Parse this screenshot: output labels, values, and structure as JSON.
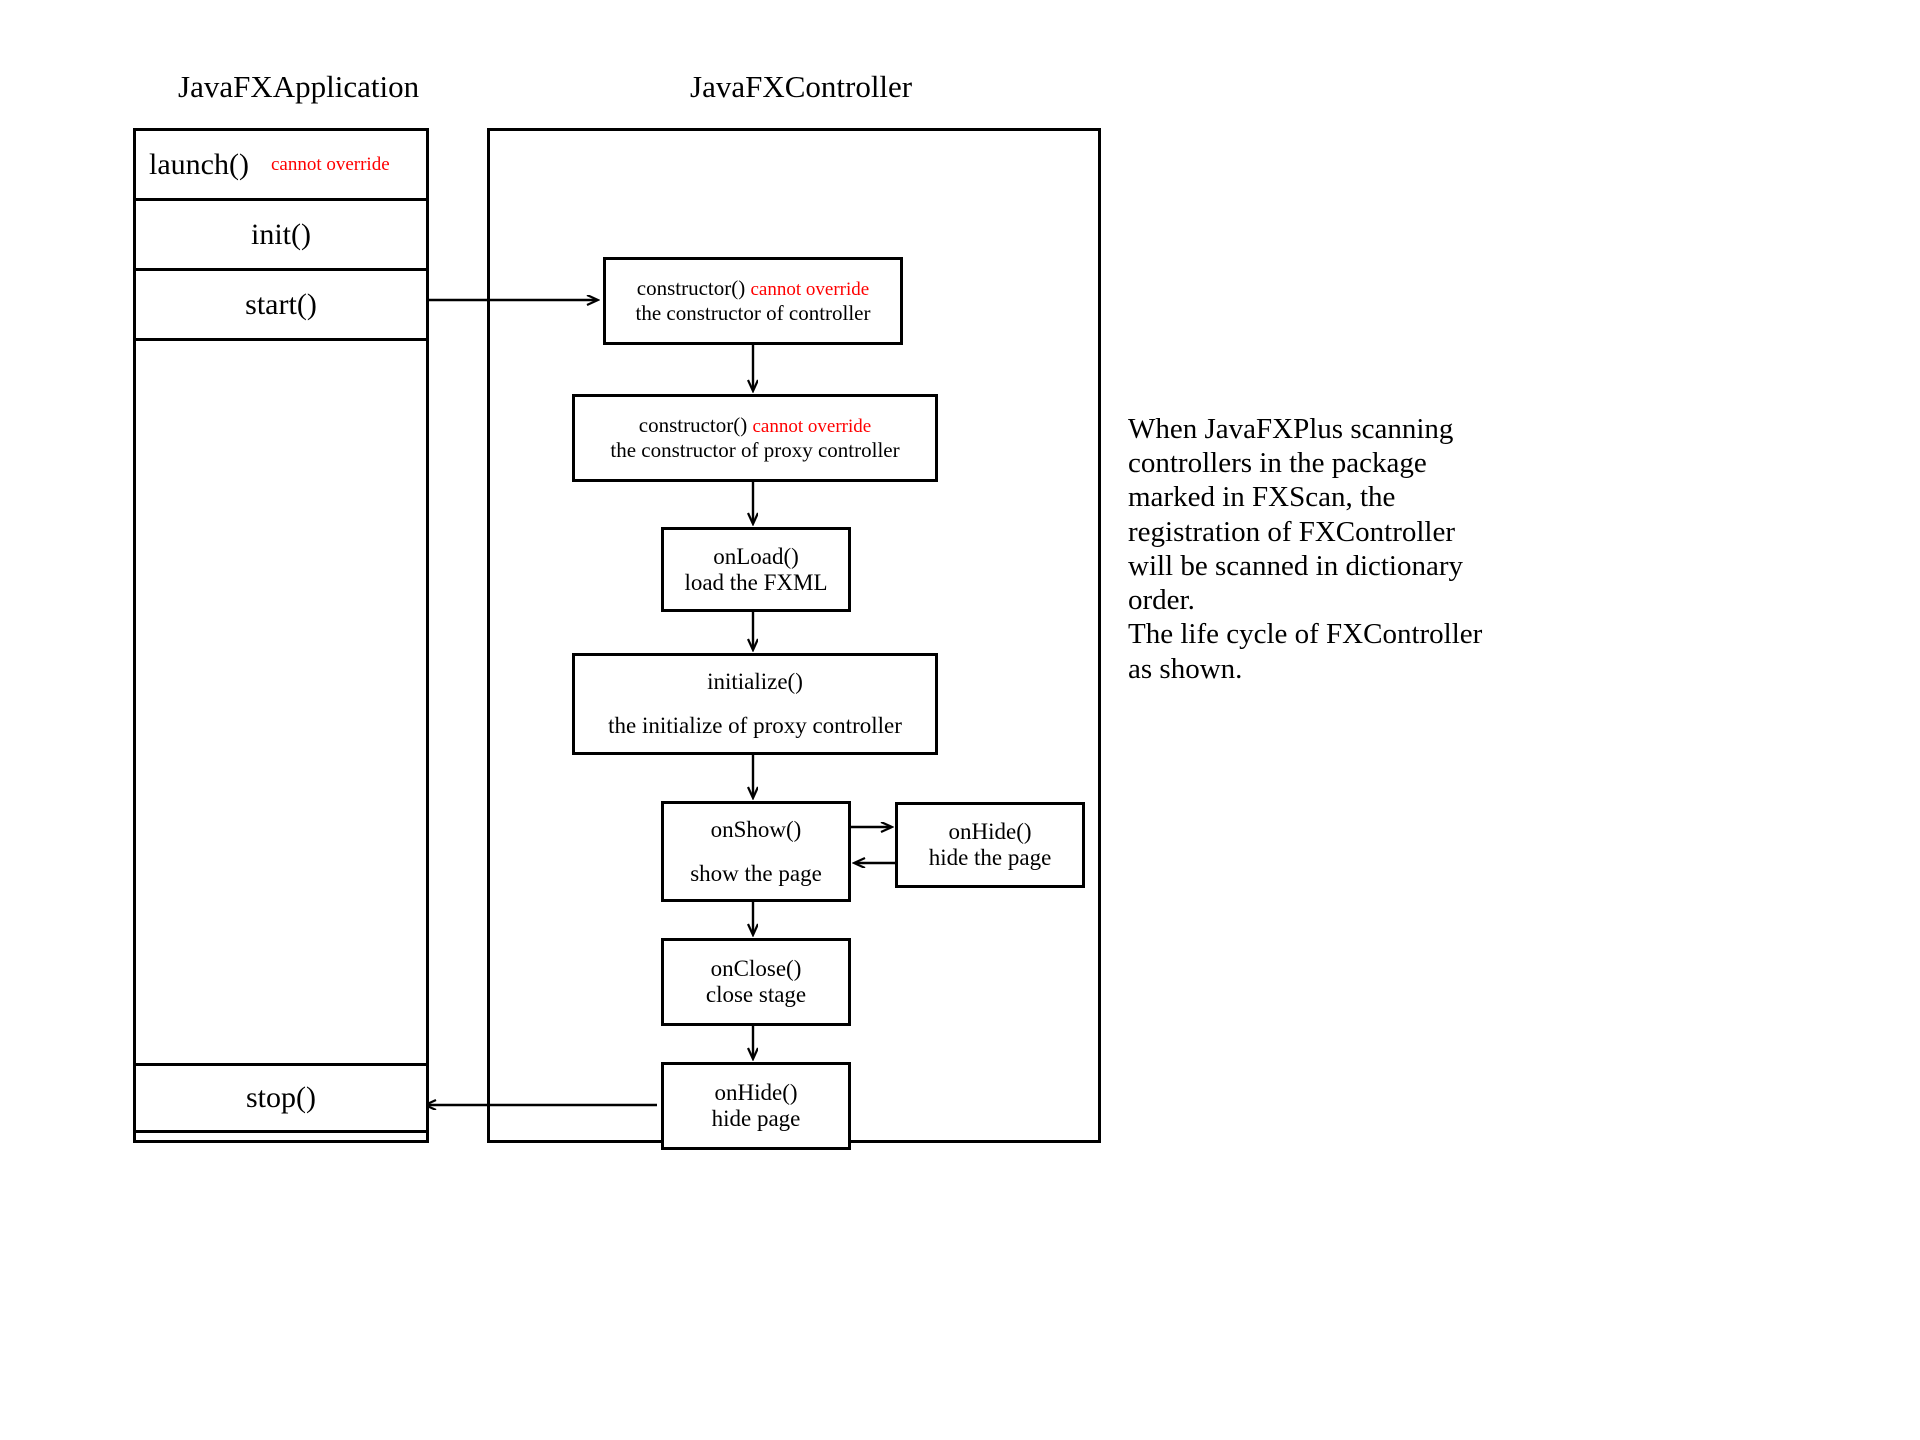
{
  "diagram": {
    "titles": {
      "application": "JavaFXApplication",
      "controller": "JavaFXController"
    },
    "application_methods": [
      {
        "name": "launch()",
        "note": "cannot override"
      },
      {
        "name": "init()",
        "note": ""
      },
      {
        "name": "start()",
        "note": ""
      },
      {
        "name": "stop()",
        "note": ""
      }
    ],
    "controller_nodes": [
      {
        "id": "constructor-controller",
        "line1": "constructor()",
        "note": "cannot override",
        "line2": "the constructor of controller"
      },
      {
        "id": "constructor-proxy-controller",
        "line1": "constructor()",
        "note": "cannot override",
        "line2": "the constructor of proxy controller"
      },
      {
        "id": "on-load",
        "line1": "onLoad()",
        "note": "",
        "line2": "load the FXML"
      },
      {
        "id": "initialize",
        "line1": "initialize()",
        "note": "",
        "line2": "the initialize of proxy controller"
      },
      {
        "id": "on-show",
        "line1": "onShow()",
        "note": "",
        "line2": "show the page"
      },
      {
        "id": "on-hide-right",
        "line1": "onHide()",
        "note": "",
        "line2": "hide the page"
      },
      {
        "id": "on-close",
        "line1": "onClose()",
        "note": "",
        "line2": "close stage"
      },
      {
        "id": "on-hide-bottom",
        "line1": "onHide()",
        "note": "",
        "line2": "hide page"
      }
    ],
    "side_note": {
      "paragraph1": "When JavaFXPlus scanning controllers in the package marked in FXScan, the registration of FXController will be scanned in dictionary order.",
      "paragraph2": "The life cycle of FXController as shown."
    },
    "colors": {
      "stroke": "#000000",
      "note_red": "#ff0000",
      "background": "#ffffff"
    }
  }
}
